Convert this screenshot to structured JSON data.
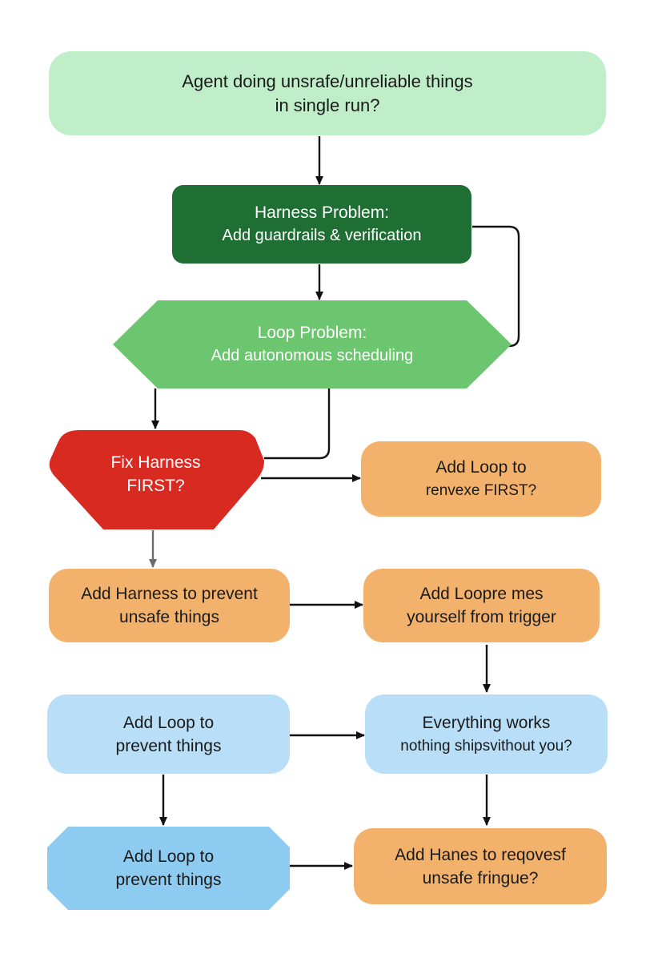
{
  "colors": {
    "light_green": "#bfeec9",
    "dark_green": "#1f6e34",
    "mid_green": "#6cc56f",
    "red": "#d92a22",
    "orange": "#f3b26c",
    "light_blue": "#b8dff7",
    "blue": "#8dcbf1",
    "connector": "#111111"
  },
  "nodes": {
    "start": {
      "line1": "Agent doing unsrafe/unreliable things",
      "line2": "in single run?"
    },
    "harness_problem": {
      "line1": "Harness Problem:",
      "line2": "Add guardrails & verification"
    },
    "loop_problem": {
      "line1": "Loop Problem:",
      "line2": "Add autonomous scheduling"
    },
    "fix_harness": {
      "line1": "Fix Harness",
      "line2": "FIRST?"
    },
    "add_loop_first": {
      "line1": "Add Loop to",
      "line2": "renvexe FIRST?"
    },
    "add_harness_prevent": {
      "line1": "Add Harness to prevent",
      "line2": "unsafe things"
    },
    "add_loopre": {
      "line1": "Add Loopre mes",
      "line2": "yourself from trigger"
    },
    "add_loop_prevent_1": {
      "line1": "Add Loop to",
      "line2": "prevent things"
    },
    "everything_works": {
      "line1": "Everything works",
      "line2": "nothing shipsvithout you?"
    },
    "add_loop_prevent_2": {
      "line1": "Add Loop to",
      "line2": "prevent things"
    },
    "add_hanes": {
      "line1": "Add Hanes to reqovesf",
      "line2": "unsafe fringue?"
    }
  }
}
